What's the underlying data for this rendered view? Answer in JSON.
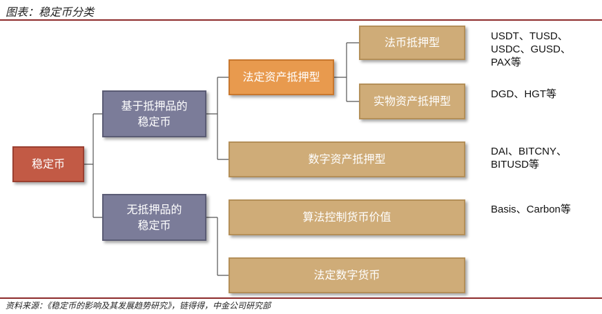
{
  "header": {
    "title": "图表：稳定币分类"
  },
  "footer": {
    "source": "资料来源：《稳定币的影响及其发展趋势研究》，链得得，中金公司研究部"
  },
  "diagram": {
    "root": "稳定币",
    "collateral": "基于抵押品的\n稳定币",
    "noncollateral": "无抵押品的\n稳定币",
    "legal_asset": "法定资产抵押型",
    "fiat": "法币抵押型",
    "physical": "实物资产抵押型",
    "digital_asset": "数字资产抵押型",
    "algorithmic": "算法控制货币价值",
    "legal_digital": "法定数字货币"
  },
  "examples": {
    "fiat": "USDT、TUSD、\nUSDC、GUSD、\nPAX等",
    "physical": "DGD、HGT等",
    "digital_asset": "DAI、BITCNY、\nBITUSD等",
    "algorithmic": "Basis、Carbon等"
  },
  "colors": {
    "root": "#c25a45",
    "level1": "#7b7c99",
    "highlight": "#e89a4e",
    "leaf": "#cfac78",
    "rule": "#8c2a2a"
  }
}
